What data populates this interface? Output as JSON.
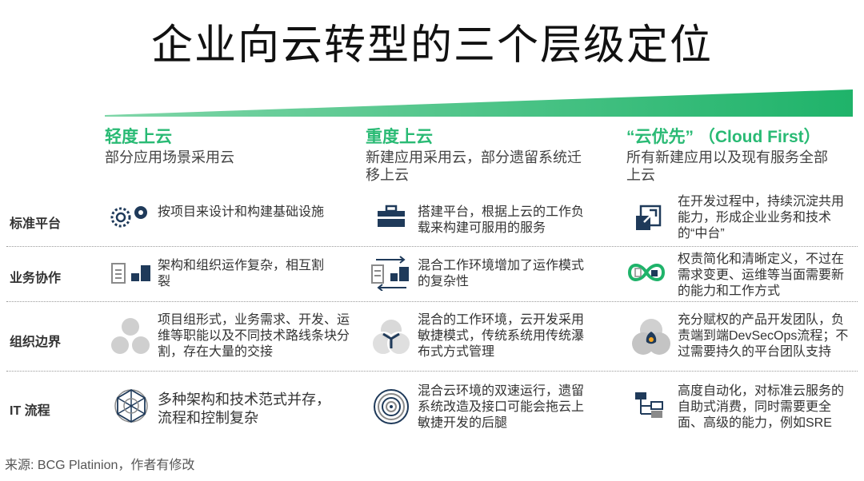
{
  "title": "企业向云转型的三个层级定位",
  "columns": [
    {
      "heading": "轻度上云",
      "desc": "部分应用场景采用云"
    },
    {
      "heading": "重度上云",
      "desc": "新建应用采用云，部分遗留系统迁移上云"
    },
    {
      "heading": "“云优先” （Cloud First）",
      "desc": "所有新建应用以及现有服务全部上云"
    }
  ],
  "rows": [
    {
      "label": "标准平台",
      "cells": [
        {
          "text": "按项目来设计和构建基础设施",
          "icon": "gears-icon"
        },
        {
          "text": "搭建平台，根据上云的工作负载来构建可服用的服务",
          "icon": "toolbox-icon"
        },
        {
          "text": "在开发过程中，持续沉淀共用能力，形成企业业务和技术的“中台”",
          "icon": "expand-arrow-icon"
        }
      ]
    },
    {
      "label": "业务协作",
      "cells": [
        {
          "text": "架构和组织运作复杂，相互割裂",
          "icon": "clipboard-blocks-icon"
        },
        {
          "text": "混合工作环境增加了运作模式的复杂性",
          "icon": "clipboard-arrows-icon"
        },
        {
          "text": "权责简化和清晰定义，不过在需求变更、运维等当面需要新的能力和工作方式",
          "icon": "infinity-loop-icon"
        }
      ]
    },
    {
      "label": "组织边界",
      "cells": [
        {
          "text": "项目组形式，业务需求、开发、运维等职能以及不同技术路线条块分割，存在大量的交接",
          "icon": "three-circles-icon"
        },
        {
          "text": "混合的工作环境，云开发采用敏捷模式，传统系统用传统瀑布式方式管理",
          "icon": "venn-diagram-icon"
        },
        {
          "text": "充分赋权的产品开发团队，负责端到端DevSecOps流程；不过需要持久的平台团队支持",
          "icon": "venn-highlight-icon"
        }
      ]
    },
    {
      "label": "IT 流程",
      "cells": [
        {
          "text": "多种架构和技术范式并存，流程和控制复杂",
          "icon": "network-sphere-icon"
        },
        {
          "text": "混合云环境的双速运行，遗留系统改造及接口可能会拖云上敏捷开发的后腿",
          "icon": "concentric-rings-icon"
        },
        {
          "text": "高度自动化，对标准云服务的自助式消费，同时需要更全面、高级的能力，例如SRE",
          "icon": "flow-steps-icon"
        }
      ]
    }
  ],
  "footer": "来源: BCG Platinion，作者有修改",
  "colors": {
    "accent": "#29ba74",
    "icon_dark": "#1f3a5a",
    "icon_gray": "#8a8a8a",
    "text": "#333333"
  }
}
